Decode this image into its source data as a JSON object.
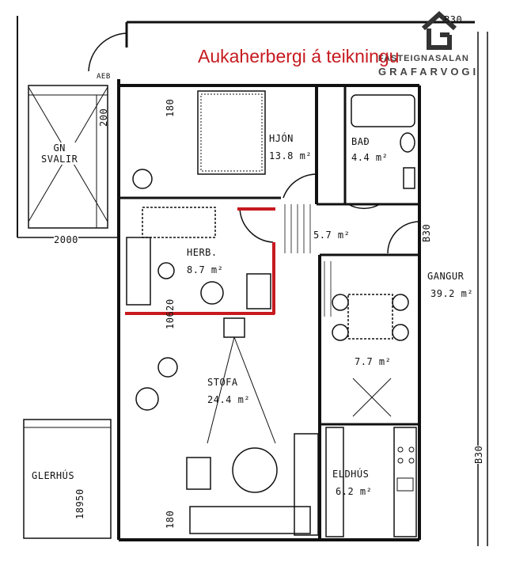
{
  "annotation": {
    "text": "Aukaherbergi á teikningu",
    "color": "#c61a1f"
  },
  "logo": {
    "line1": "FASTEIGNASALAN",
    "line2": "GRAFARVOGI",
    "icon": "g-house-logo-icon"
  },
  "rooms": {
    "hjon": {
      "name": "HJÓN",
      "area": "13.8 m²"
    },
    "bad": {
      "name": "BAÐ",
      "area": "4.4 m²"
    },
    "hall": {
      "area": "5.7 m²"
    },
    "gangur": {
      "name": "GANGUR",
      "area": "39.2 m²"
    },
    "herb": {
      "name": "HERB.",
      "area": "8.7 m²"
    },
    "stofa": {
      "name": "STOFA",
      "area": "24.4 m²"
    },
    "dining": {
      "area": "7.7 m²"
    },
    "eldhus": {
      "name": "ELDHÚS",
      "area": "6.2 m²"
    },
    "svalir": {
      "name": "GN\nSVALIR"
    },
    "glerhus": {
      "name": "GLERHÚS"
    }
  },
  "dimensions": {
    "b30_top": "B30",
    "b30_mid": "B30",
    "b30_right": "B30",
    "d2000": "2000",
    "d200": "200",
    "d180_top": "180",
    "d180_bottom": "180",
    "d10620": "10620",
    "d18950": "18950",
    "aeb": "AEB"
  },
  "colors": {
    "line": "#111111",
    "highlight": "#c61a1f"
  }
}
